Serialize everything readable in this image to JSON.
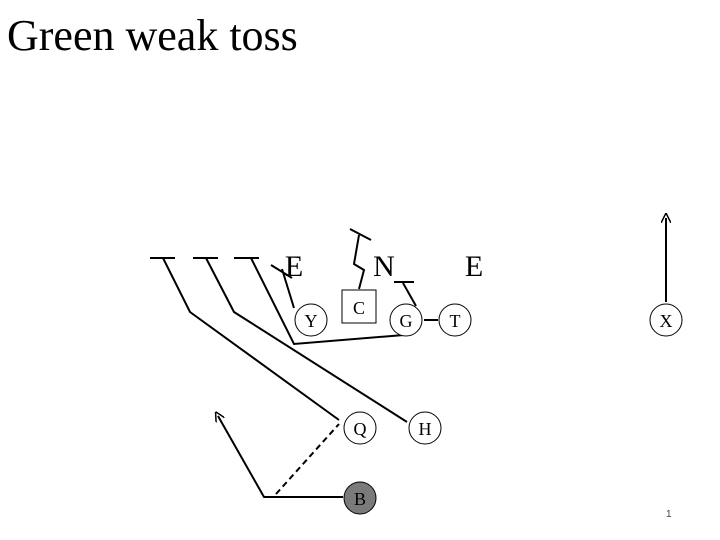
{
  "slide": {
    "title": "Green weak toss",
    "page_number": "1"
  },
  "colors": {
    "line": "#000000",
    "player_fill": "#ffffff",
    "ball_carrier_fill": "#7a7a7a"
  },
  "defenders": [
    {
      "id": "defender-end-left",
      "label": "E"
    },
    {
      "id": "defender-nose",
      "label": "N"
    },
    {
      "id": "defender-end-right",
      "label": "E"
    }
  ],
  "players": [
    {
      "id": "player-y",
      "label": "Y",
      "shape": "circle"
    },
    {
      "id": "player-c",
      "label": "C",
      "shape": "square"
    },
    {
      "id": "player-g",
      "label": "G",
      "shape": "circle"
    },
    {
      "id": "player-t",
      "label": "T",
      "shape": "circle"
    },
    {
      "id": "player-x",
      "label": "X",
      "shape": "circle"
    },
    {
      "id": "player-q",
      "label": "Q",
      "shape": "circle"
    },
    {
      "id": "player-h",
      "label": "H",
      "shape": "circle"
    },
    {
      "id": "player-b",
      "label": "B",
      "shape": "circle",
      "ball_carrier": true
    }
  ]
}
